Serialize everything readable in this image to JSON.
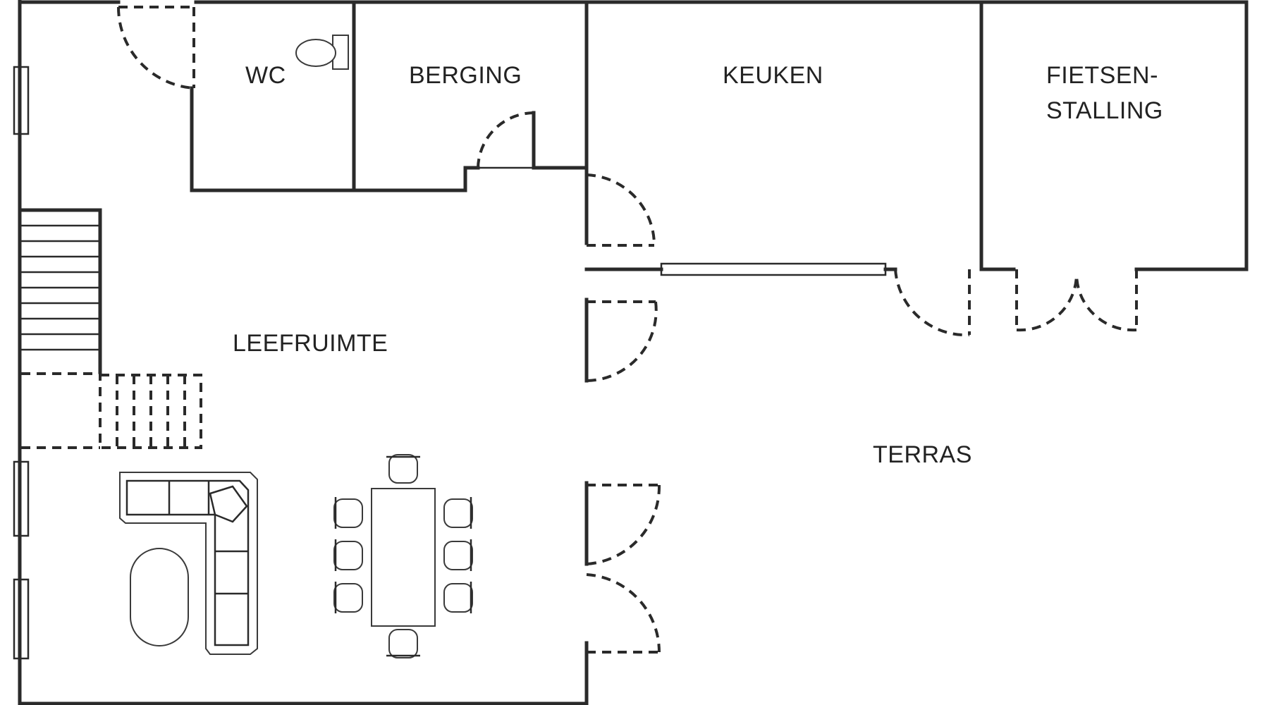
{
  "rooms": {
    "wc": "WC",
    "berging": "BERGING",
    "keuken": "KEUKEN",
    "fietsenstalling_line1": "FIETSEN-",
    "fietsenstalling_line2": "STALLING",
    "leefruimte": "LEEFRUIMTE",
    "terras": "TERRAS"
  },
  "icons": [
    "toilet-icon",
    "stairs-icon",
    "sofa-icon",
    "coffee-table-icon",
    "dining-table-icon",
    "chair-icon",
    "door-swing-icon",
    "window-icon"
  ],
  "colors": {
    "line": "#2a2a2a",
    "background": "#ffffff"
  }
}
